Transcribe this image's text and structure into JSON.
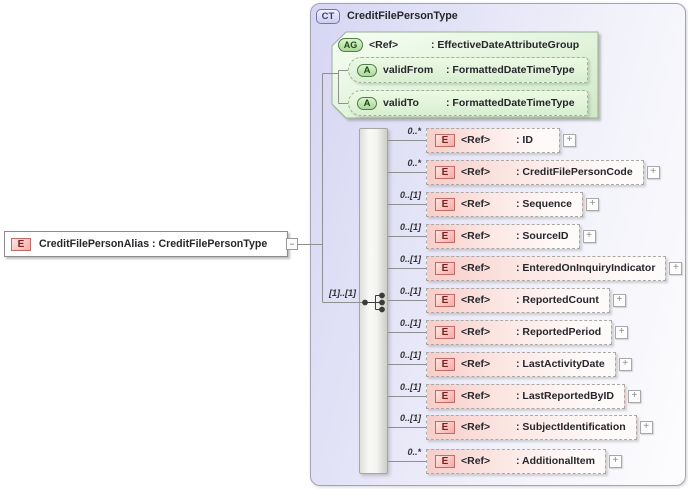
{
  "root_element": {
    "badge": "E",
    "label": "CreditFilePersonAlias : CreditFilePersonType"
  },
  "complex_type": {
    "badge": "CT",
    "title": "CreditFilePersonType"
  },
  "attribute_group": {
    "badge": "AG",
    "ref": "<Ref>",
    "name": ": EffectiveDateAttributeGroup",
    "attributes": [
      {
        "badge": "A",
        "name": "validFrom",
        "type": ": FormattedDateTimeType"
      },
      {
        "badge": "A",
        "name": "validTo",
        "type": ": FormattedDateTimeType"
      }
    ]
  },
  "sequence": {
    "cardinality": "[1]..[1]",
    "icon": "sequence-compositor-icon"
  },
  "elements": [
    {
      "badge": "E",
      "cardinality": "0..*",
      "ref": "<Ref>",
      "name": ": ID"
    },
    {
      "badge": "E",
      "cardinality": "0..*",
      "ref": "<Ref>",
      "name": ": CreditFilePersonCode"
    },
    {
      "badge": "E",
      "cardinality": "0..[1]",
      "ref": "<Ref>",
      "name": ": Sequence"
    },
    {
      "badge": "E",
      "cardinality": "0..[1]",
      "ref": "<Ref>",
      "name": ": SourceID"
    },
    {
      "badge": "E",
      "cardinality": "0..[1]",
      "ref": "<Ref>",
      "name": ": EnteredOnInquiryIndicator"
    },
    {
      "badge": "E",
      "cardinality": "0..[1]",
      "ref": "<Ref>",
      "name": ": ReportedCount"
    },
    {
      "badge": "E",
      "cardinality": "0..[1]",
      "ref": "<Ref>",
      "name": ": ReportedPeriod"
    },
    {
      "badge": "E",
      "cardinality": "0..[1]",
      "ref": "<Ref>",
      "name": ": LastActivityDate"
    },
    {
      "badge": "E",
      "cardinality": "0..[1]",
      "ref": "<Ref>",
      "name": ": LastReportedByID"
    },
    {
      "badge": "E",
      "cardinality": "0..[1]",
      "ref": "<Ref>",
      "name": ": SubjectIdentification"
    },
    {
      "badge": "E",
      "cardinality": "0..*",
      "ref": "<Ref>",
      "name": ": AdditionalItem"
    }
  ],
  "icons": {
    "expand": "+",
    "collapse": "−"
  },
  "colors": {
    "container_lavender": "#d6d6f3",
    "element_pink": "#f7cdc9",
    "element_badge_border": "#c16a66",
    "group_green": "#ddf2d6",
    "green_border": "#97b297",
    "ct_badge_fill": "#dcdcf8"
  }
}
